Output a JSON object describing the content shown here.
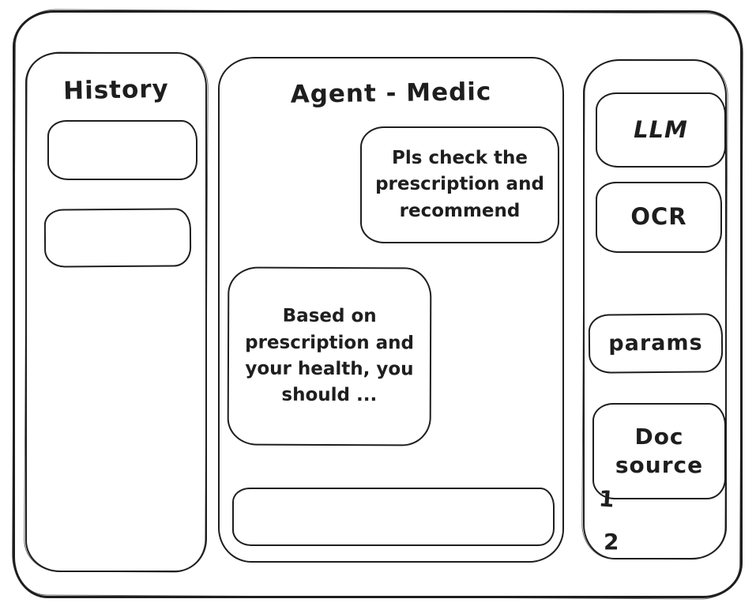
{
  "app": {
    "stroke_color": "#1e1e1e",
    "background_color": "#ffffff"
  },
  "history_panel": {
    "title": "History",
    "items": [
      {
        "label": ""
      },
      {
        "label": ""
      }
    ]
  },
  "chat_panel": {
    "title": "Agent - Medic",
    "messages": [
      {
        "role": "user",
        "text": "Pls check the prescription and recommend"
      },
      {
        "role": "assistant",
        "text": "Based on prescription and your health, you should ..."
      }
    ],
    "input": {
      "value": ""
    }
  },
  "tools_panel": {
    "buttons": [
      {
        "label": "LLM"
      },
      {
        "label": "OCR"
      },
      {
        "label": "params"
      },
      {
        "label": "Doc source"
      }
    ],
    "doc_sources": [
      {
        "label": "1"
      },
      {
        "label": "2"
      }
    ]
  }
}
